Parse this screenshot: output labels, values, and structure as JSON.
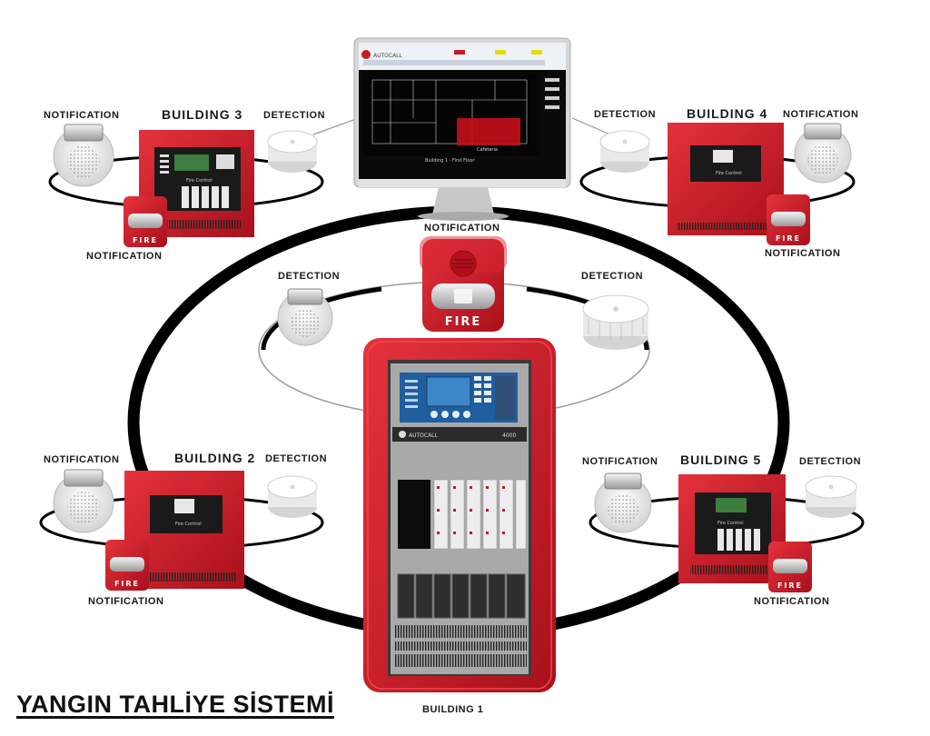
{
  "title": "YANGIN TAHLİYE SİSTEMİ",
  "main_panel": {
    "label": "BUILDING 1",
    "brand": "AUTOCALL",
    "model": "4000"
  },
  "computer": {
    "brand": "AUTOCALL",
    "notification_label": "NOTIFICATION",
    "floor_caption": "Building 1 - First Floor",
    "room_label": "Cafeteria"
  },
  "central_ring": {
    "detection_left": "DETECTION",
    "detection_right": "DETECTION",
    "strobe_text": "FIRE"
  },
  "buildings": [
    {
      "id": "building-3",
      "label": "BUILDING 3",
      "notification_top": "NOTIFICATION",
      "detection": "DETECTION",
      "notification_bottom": "NOTIFICATION",
      "panel_caption": "Fire Control",
      "strobe_text": "FIRE"
    },
    {
      "id": "building-4",
      "label": "BUILDING 4",
      "notification_top": "NOTIFICATION",
      "detection": "DETECTION",
      "notification_bottom": "NOTIFICATION",
      "panel_caption": "Fire Control",
      "strobe_text": "FIRE"
    },
    {
      "id": "building-2",
      "label": "BUILDING 2",
      "notification_top": "NOTIFICATION",
      "detection": "DETECTION",
      "notification_bottom": "NOTIFICATION",
      "panel_caption": "Fire Control",
      "strobe_text": "FIRE"
    },
    {
      "id": "building-5",
      "label": "BUILDING 5",
      "notification_top": "NOTIFICATION",
      "detection": "DETECTION",
      "notification_bottom": "NOTIFICATION",
      "panel_caption": "Fire Control",
      "strobe_text": "FIRE"
    }
  ],
  "colors": {
    "panel_red": "#d11f2b",
    "panel_dark_red": "#a5121c",
    "ring": "#000000",
    "display_blue": "#2f6fb5"
  }
}
